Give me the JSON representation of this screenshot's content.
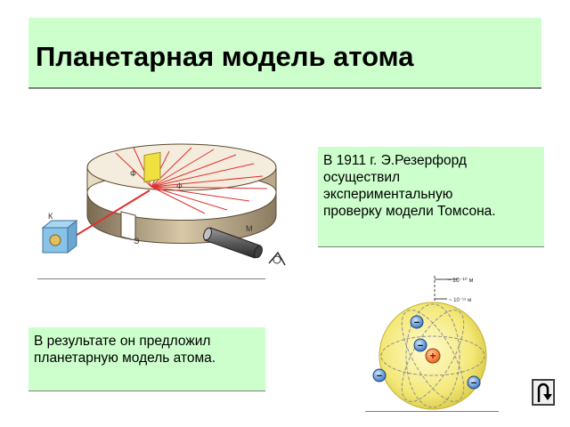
{
  "slide": {
    "title": "Планетарная модель атома",
    "text_block_1": {
      "lines": [
        "В 1911 г. Э.Резерфорд",
        "осуществил",
        "экспериментальную",
        "проверку модели Томсона."
      ]
    },
    "text_block_2": {
      "lines": [
        "В результате он предложил",
        "планетарную модель атома."
      ]
    },
    "experiment_figure": {
      "labels": {
        "source": "К",
        "foil": "Ф",
        "screen": "Э",
        "microscope": "М",
        "foil_label_2": "Ф"
      }
    },
    "atom_figure": {
      "atom_size_label": "~ 10⁻¹⁰ м",
      "nucleus_size_label": "~ 10⁻¹⁵ м",
      "nucleus_sign": "+",
      "electron_sign": "−"
    },
    "nav": {
      "return_icon": "u-turn-arrow-icon"
    }
  }
}
